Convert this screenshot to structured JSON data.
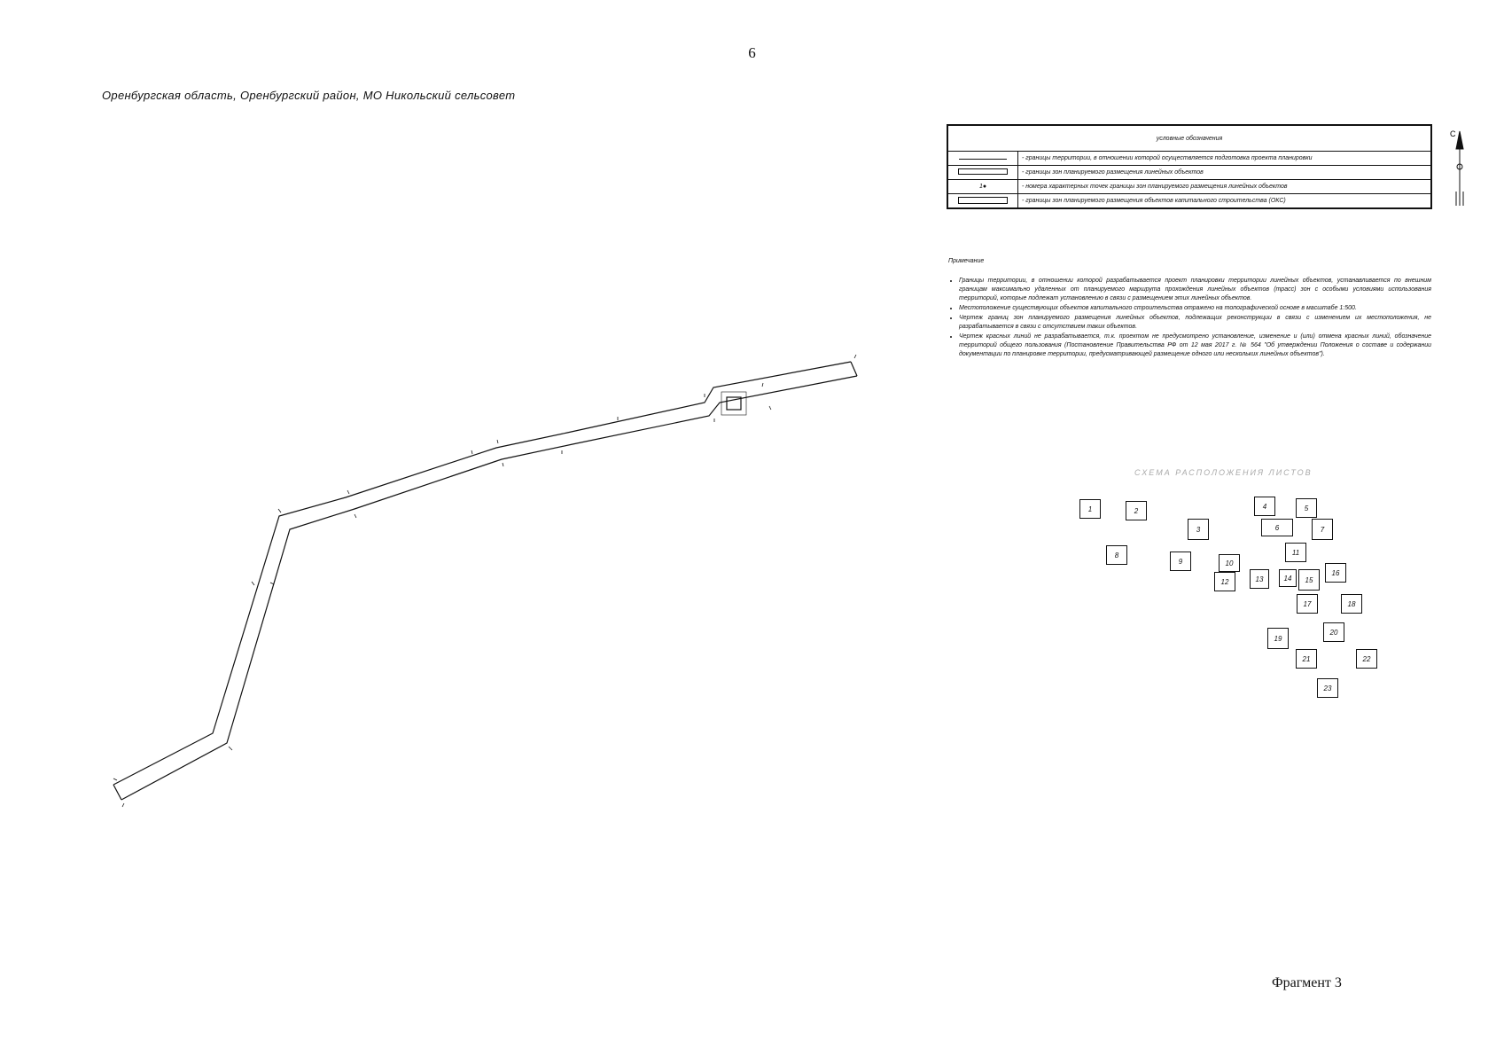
{
  "page_number": "6",
  "region": "Оренбургская область, Оренбургский район, МО Никольский сельсовет",
  "legend": {
    "title": "условные обозначения",
    "items": [
      {
        "symbol": "line",
        "text": "- границы территории, в отношении которой осуществляется подготовка проекта планировки"
      },
      {
        "symbol": "box",
        "text": "- границы зон планируемого размещения линейных объектов"
      },
      {
        "symbol": "point",
        "symbol_label": "1●",
        "text": "- номера характерных точек границы зон планируемого размещения линейных объектов"
      },
      {
        "symbol": "box-thick",
        "text": "- границы зон планируемого размещения объектов капитального строительства (ОКС)"
      }
    ]
  },
  "notes": {
    "title": "Примечание",
    "items": [
      "Границы территории, в отношении которой разрабатывается проект планировки территории линейных объектов, устанавливается по внешним границам максимально удаленных от планируемого маршрута прохождения линейных объектов (трасс) зон с особыми условиями использования территорий, которые подлежат установлению в связи с размещением этих линейных объектов.",
      "Местоположение существующих объектов капитального строительства отражено на топографической основе в масштабе 1:500.",
      "Чертеж границ зон планируемого размещения линейных объектов, подлежащих реконструкции в связи с изменением их местоположения, не разрабатывается в связи с отсутствием таких объектов.",
      "Чертеж красных линий не разрабатывается, т.к. проектом не предусмотрено установление, изменение и (или) отмена красных линий, обозначение территорий общего пользования (Постановление Правительства РФ от 12 мая 2017 г. № 564 \"Об утверждении Положения о составе и содержании документации по планировке территории, предусматривающей размещение одного или нескольких линейных объектов\")."
    ]
  },
  "scheme": {
    "title": "СХЕМА РАСПОЛОЖЕНИЯ ЛИСТОВ",
    "sheets": [
      "1",
      "2",
      "3",
      "4",
      "5",
      "6",
      "7",
      "8",
      "9",
      "10",
      "11",
      "12",
      "13",
      "14",
      "15",
      "16",
      "17",
      "18",
      "19",
      "20",
      "21",
      "22",
      "23"
    ]
  },
  "north_label": "С",
  "fragment": "Фрагмент 3"
}
